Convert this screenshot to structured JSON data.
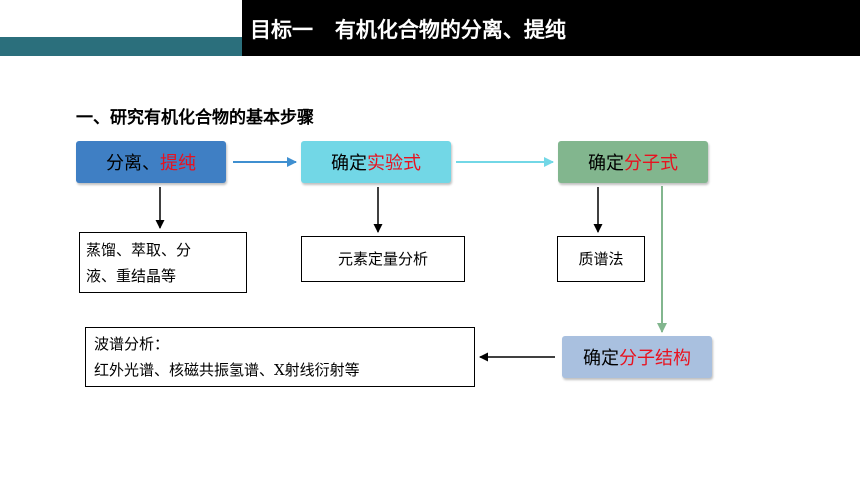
{
  "header": {
    "title": "目标一   有机化合物的分离、提纯"
  },
  "section": {
    "title": "一、研究有机化合物的基本步骤"
  },
  "steps": {
    "separate": {
      "plain": "分离、",
      "highlight": "提纯"
    },
    "formula_empirical": {
      "plain": "确定",
      "highlight": "实验式"
    },
    "formula_molecular": {
      "plain": "确定",
      "highlight": "分子式"
    },
    "structure": {
      "plain": "确定",
      "highlight": "分子结构"
    }
  },
  "methods": {
    "separation": {
      "line1": "蒸馏、萃取、分",
      "line2": "液、重结晶等"
    },
    "elemental": {
      "text": "元素定量分析"
    },
    "mass_spec": {
      "text": "质谱法"
    },
    "spectroscopy": {
      "line1": "波谱分析：",
      "line2": "红外光谱、核磁共振氢谱、X射线衍射等"
    }
  },
  "colors": {
    "title_bar": "#000000",
    "teal_band": "#2b6f7c",
    "highlight": "#e8121f",
    "step_separate": "#3f7fc4",
    "step_empirical": "#72d7e6",
    "step_molecular": "#82b68e",
    "step_structure": "#a9c0df",
    "arrow_blue": "#3f8fd0",
    "arrow_cyan": "#72d7e6",
    "arrow_green": "#82b68e"
  }
}
